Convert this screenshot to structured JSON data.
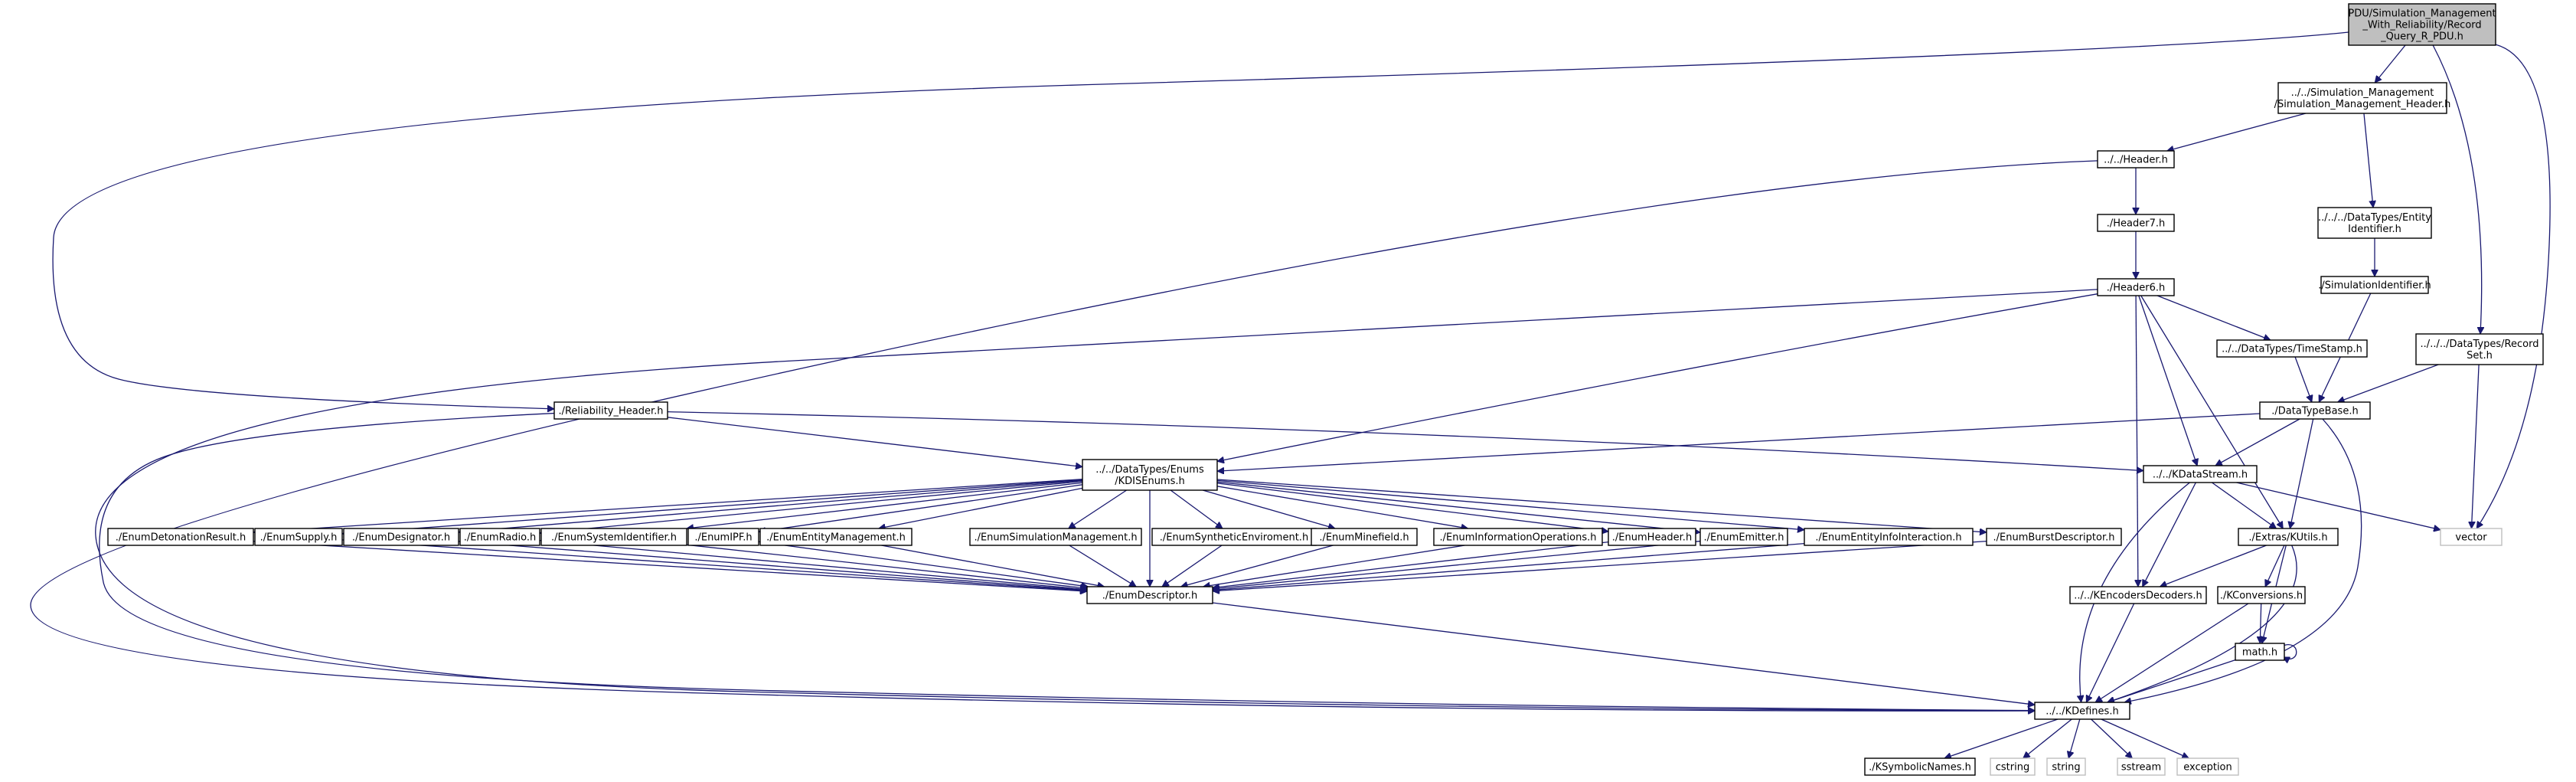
{
  "graph": {
    "nodes": [
      {
        "id": "root",
        "lines": [
          "PDU/Simulation_Management",
          "_With_Reliability/Record",
          "_Query_R_PDU.h"
        ],
        "kind": "root"
      },
      {
        "id": "smh",
        "lines": [
          "../../Simulation_Management",
          "/Simulation_Management_Header.h"
        ],
        "kind": "normal"
      },
      {
        "id": "header",
        "lines": [
          "../../Header.h"
        ],
        "kind": "normal"
      },
      {
        "id": "header7",
        "lines": [
          "./Header7.h"
        ],
        "kind": "normal"
      },
      {
        "id": "header6",
        "lines": [
          "./Header6.h"
        ],
        "kind": "normal"
      },
      {
        "id": "entityid",
        "lines": [
          "../../../DataTypes/Entity",
          "Identifier.h"
        ],
        "kind": "normal"
      },
      {
        "id": "simid",
        "lines": [
          "./SimulationIdentifier.h"
        ],
        "kind": "normal"
      },
      {
        "id": "timestamp",
        "lines": [
          "../../DataTypes/TimeStamp.h"
        ],
        "kind": "normal"
      },
      {
        "id": "recordset",
        "lines": [
          "../../../DataTypes/Record",
          "Set.h"
        ],
        "kind": "normal"
      },
      {
        "id": "reliability",
        "lines": [
          "./Reliability_Header.h"
        ],
        "kind": "normal"
      },
      {
        "id": "datatypebase",
        "lines": [
          "./DataTypeBase.h"
        ],
        "kind": "normal"
      },
      {
        "id": "enums",
        "lines": [
          "../../DataTypes/Enums",
          "/KDISEnums.h"
        ],
        "kind": "normal"
      },
      {
        "id": "datastream",
        "lines": [
          "../../KDataStream.h"
        ],
        "kind": "normal"
      },
      {
        "id": "kutils",
        "lines": [
          "./Extras/KUtils.h"
        ],
        "kind": "normal"
      },
      {
        "id": "vector",
        "lines": [
          "vector"
        ],
        "kind": "system"
      },
      {
        "id": "e_det",
        "lines": [
          "./EnumDetonationResult.h"
        ],
        "kind": "normal"
      },
      {
        "id": "e_supply",
        "lines": [
          "./EnumSupply.h"
        ],
        "kind": "normal"
      },
      {
        "id": "e_desig",
        "lines": [
          "./EnumDesignator.h"
        ],
        "kind": "normal"
      },
      {
        "id": "e_radio",
        "lines": [
          "./EnumRadio.h"
        ],
        "kind": "normal"
      },
      {
        "id": "e_sysid",
        "lines": [
          "./EnumSystemIdentifier.h"
        ],
        "kind": "normal"
      },
      {
        "id": "e_ipf",
        "lines": [
          "./EnumIPF.h"
        ],
        "kind": "normal"
      },
      {
        "id": "e_entmgmt",
        "lines": [
          "./EnumEntityManagement.h"
        ],
        "kind": "normal"
      },
      {
        "id": "e_simmgmt",
        "lines": [
          "./EnumSimulationManagement.h"
        ],
        "kind": "normal"
      },
      {
        "id": "e_synth",
        "lines": [
          "./EnumSyntheticEnviroment.h"
        ],
        "kind": "normal"
      },
      {
        "id": "e_mine",
        "lines": [
          "./EnumMinefield.h"
        ],
        "kind": "normal"
      },
      {
        "id": "e_infoops",
        "lines": [
          "./EnumInformationOperations.h"
        ],
        "kind": "normal"
      },
      {
        "id": "e_header",
        "lines": [
          "./EnumHeader.h"
        ],
        "kind": "normal"
      },
      {
        "id": "e_emitter",
        "lines": [
          "./EnumEmitter.h"
        ],
        "kind": "normal"
      },
      {
        "id": "e_entinfo",
        "lines": [
          "./EnumEntityInfoInteraction.h"
        ],
        "kind": "normal"
      },
      {
        "id": "e_burst",
        "lines": [
          "./EnumBurstDescriptor.h"
        ],
        "kind": "normal"
      },
      {
        "id": "enumdesc",
        "lines": [
          "./EnumDescriptor.h"
        ],
        "kind": "normal"
      },
      {
        "id": "encdec",
        "lines": [
          "../../KEncodersDecoders.h"
        ],
        "kind": "normal"
      },
      {
        "id": "kconv",
        "lines": [
          "./KConversions.h"
        ],
        "kind": "normal"
      },
      {
        "id": "math",
        "lines": [
          "math.h"
        ],
        "kind": "normal"
      },
      {
        "id": "kdefines",
        "lines": [
          "../../KDefines.h"
        ],
        "kind": "normal"
      },
      {
        "id": "symbolic",
        "lines": [
          "./KSymbolicNames.h"
        ],
        "kind": "normal"
      },
      {
        "id": "cstring",
        "lines": [
          "cstring"
        ],
        "kind": "system"
      },
      {
        "id": "string",
        "lines": [
          "string"
        ],
        "kind": "system"
      },
      {
        "id": "sstream",
        "lines": [
          "sstream"
        ],
        "kind": "system"
      },
      {
        "id": "exception",
        "lines": [
          "exception"
        ],
        "kind": "system"
      }
    ],
    "edges": [
      [
        "root",
        "smh"
      ],
      [
        "root",
        "reliability"
      ],
      [
        "root",
        "recordset"
      ],
      [
        "root",
        "vector"
      ],
      [
        "smh",
        "header"
      ],
      [
        "smh",
        "entityid"
      ],
      [
        "header",
        "header7"
      ],
      [
        "header",
        "kdefines"
      ],
      [
        "header7",
        "header6"
      ],
      [
        "header6",
        "enums"
      ],
      [
        "header6",
        "timestamp"
      ],
      [
        "header6",
        "datastream"
      ],
      [
        "header6",
        "encdec"
      ],
      [
        "header6",
        "kutils"
      ],
      [
        "header6",
        "kdefines"
      ],
      [
        "entityid",
        "simid"
      ],
      [
        "simid",
        "datatypebase"
      ],
      [
        "timestamp",
        "datatypebase"
      ],
      [
        "recordset",
        "datatypebase"
      ],
      [
        "recordset",
        "vector"
      ],
      [
        "reliability",
        "enums"
      ],
      [
        "reliability",
        "datastream"
      ],
      [
        "reliability",
        "kdefines"
      ],
      [
        "datatypebase",
        "enums"
      ],
      [
        "datatypebase",
        "datastream"
      ],
      [
        "datatypebase",
        "kutils"
      ],
      [
        "datatypebase",
        "kdefines"
      ],
      [
        "enums",
        "e_det"
      ],
      [
        "enums",
        "e_supply"
      ],
      [
        "enums",
        "e_desig"
      ],
      [
        "enums",
        "e_radio"
      ],
      [
        "enums",
        "e_sysid"
      ],
      [
        "enums",
        "e_ipf"
      ],
      [
        "enums",
        "e_entmgmt"
      ],
      [
        "enums",
        "e_simmgmt"
      ],
      [
        "enums",
        "e_synth"
      ],
      [
        "enums",
        "e_mine"
      ],
      [
        "enums",
        "e_infoops"
      ],
      [
        "enums",
        "e_header"
      ],
      [
        "enums",
        "e_emitter"
      ],
      [
        "enums",
        "e_entinfo"
      ],
      [
        "enums",
        "e_burst"
      ],
      [
        "enums",
        "enumdesc"
      ],
      [
        "e_det",
        "enumdesc"
      ],
      [
        "e_supply",
        "enumdesc"
      ],
      [
        "e_desig",
        "enumdesc"
      ],
      [
        "e_radio",
        "enumdesc"
      ],
      [
        "e_sysid",
        "enumdesc"
      ],
      [
        "e_ipf",
        "enumdesc"
      ],
      [
        "e_entmgmt",
        "enumdesc"
      ],
      [
        "e_simmgmt",
        "enumdesc"
      ],
      [
        "e_synth",
        "enumdesc"
      ],
      [
        "e_mine",
        "enumdesc"
      ],
      [
        "e_infoops",
        "enumdesc"
      ],
      [
        "e_header",
        "enumdesc"
      ],
      [
        "e_emitter",
        "enumdesc"
      ],
      [
        "e_entinfo",
        "enumdesc"
      ],
      [
        "e_burst",
        "enumdesc"
      ],
      [
        "enumdesc",
        "kdefines"
      ],
      [
        "datastream",
        "kutils"
      ],
      [
        "datastream",
        "encdec"
      ],
      [
        "datastream",
        "vector"
      ],
      [
        "datastream",
        "kdefines"
      ],
      [
        "kutils",
        "encdec"
      ],
      [
        "kutils",
        "kconv"
      ],
      [
        "kutils",
        "math"
      ],
      [
        "kutils",
        "kdefines"
      ],
      [
        "kconv",
        "math"
      ],
      [
        "kconv",
        "kdefines"
      ],
      [
        "math",
        "math"
      ],
      [
        "math",
        "kdefines"
      ],
      [
        "encdec",
        "kdefines"
      ],
      [
        "kdefines",
        "symbolic"
      ],
      [
        "kdefines",
        "cstring"
      ],
      [
        "kdefines",
        "string"
      ],
      [
        "kdefines",
        "sstream"
      ],
      [
        "kdefines",
        "exception"
      ]
    ]
  }
}
